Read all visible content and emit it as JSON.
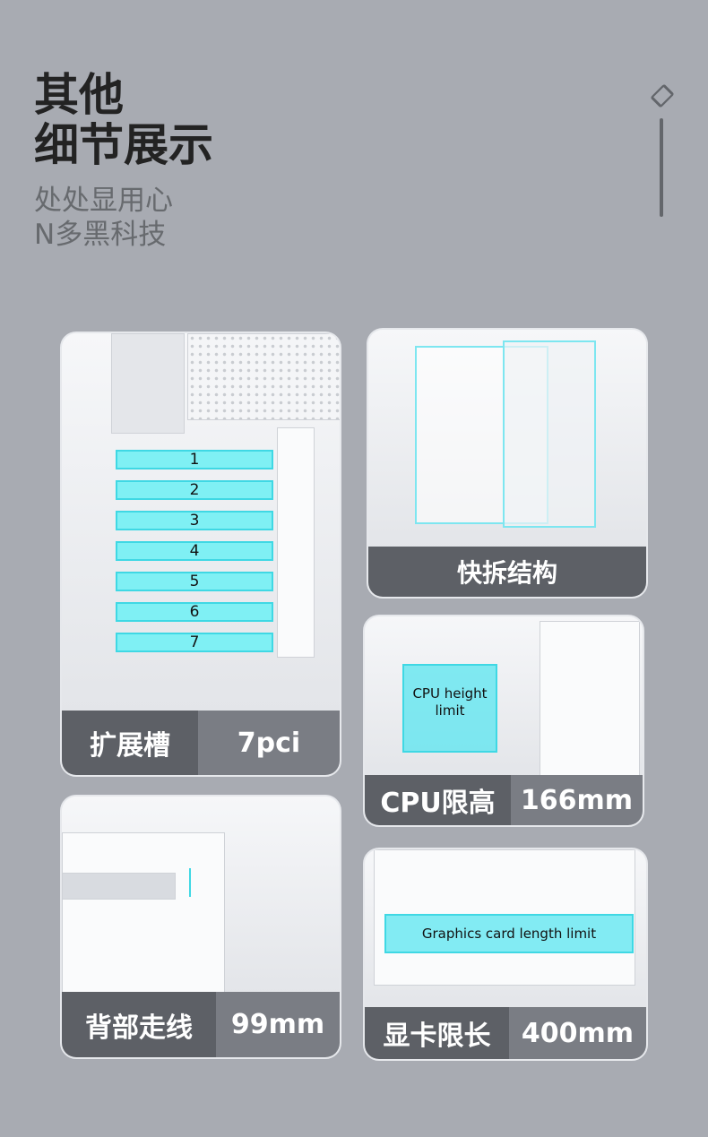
{
  "header": {
    "title_line1": "其他",
    "title_line2": "细节展示",
    "subtitle_line1": "处处显用心",
    "subtitle_line2": "N多黑科技"
  },
  "cards": {
    "expansion": {
      "label": "扩展槽",
      "value": "7pci",
      "slots": [
        "1",
        "2",
        "3",
        "4",
        "5",
        "6",
        "7"
      ]
    },
    "quick_release": {
      "label": "快拆结构"
    },
    "cpu": {
      "label": "CPU限高",
      "value": "166mm",
      "overlay": "CPU height limit"
    },
    "rear_cable": {
      "label": "背部走线",
      "value": "99mm"
    },
    "gpu": {
      "label": "显卡限长",
      "value": "400mm",
      "overlay": "Graphics card length limit"
    }
  },
  "colors": {
    "background": "#a8abb2",
    "label": "#5d6066",
    "value": "#7a7d84",
    "highlight": "#7ff0f4"
  }
}
